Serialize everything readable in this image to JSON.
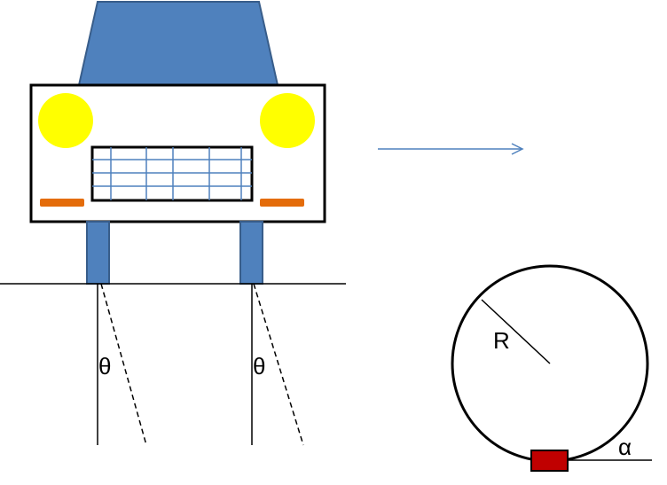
{
  "labels": {
    "theta_left": "θ",
    "theta_right": "θ",
    "radius": "R",
    "alpha": "α"
  },
  "colors": {
    "car_blue": "#4f81bd",
    "car_blue_stroke": "#385d8a",
    "headlight": "#ffff00",
    "indicator": "#e46c0a",
    "grille_line": "#4f81bd",
    "car_on_loop": "#c00000",
    "arrow": "#4f81bd"
  },
  "icons": {
    "car_front": "car-front-icon",
    "direction_arrow": "arrow-right-icon"
  }
}
